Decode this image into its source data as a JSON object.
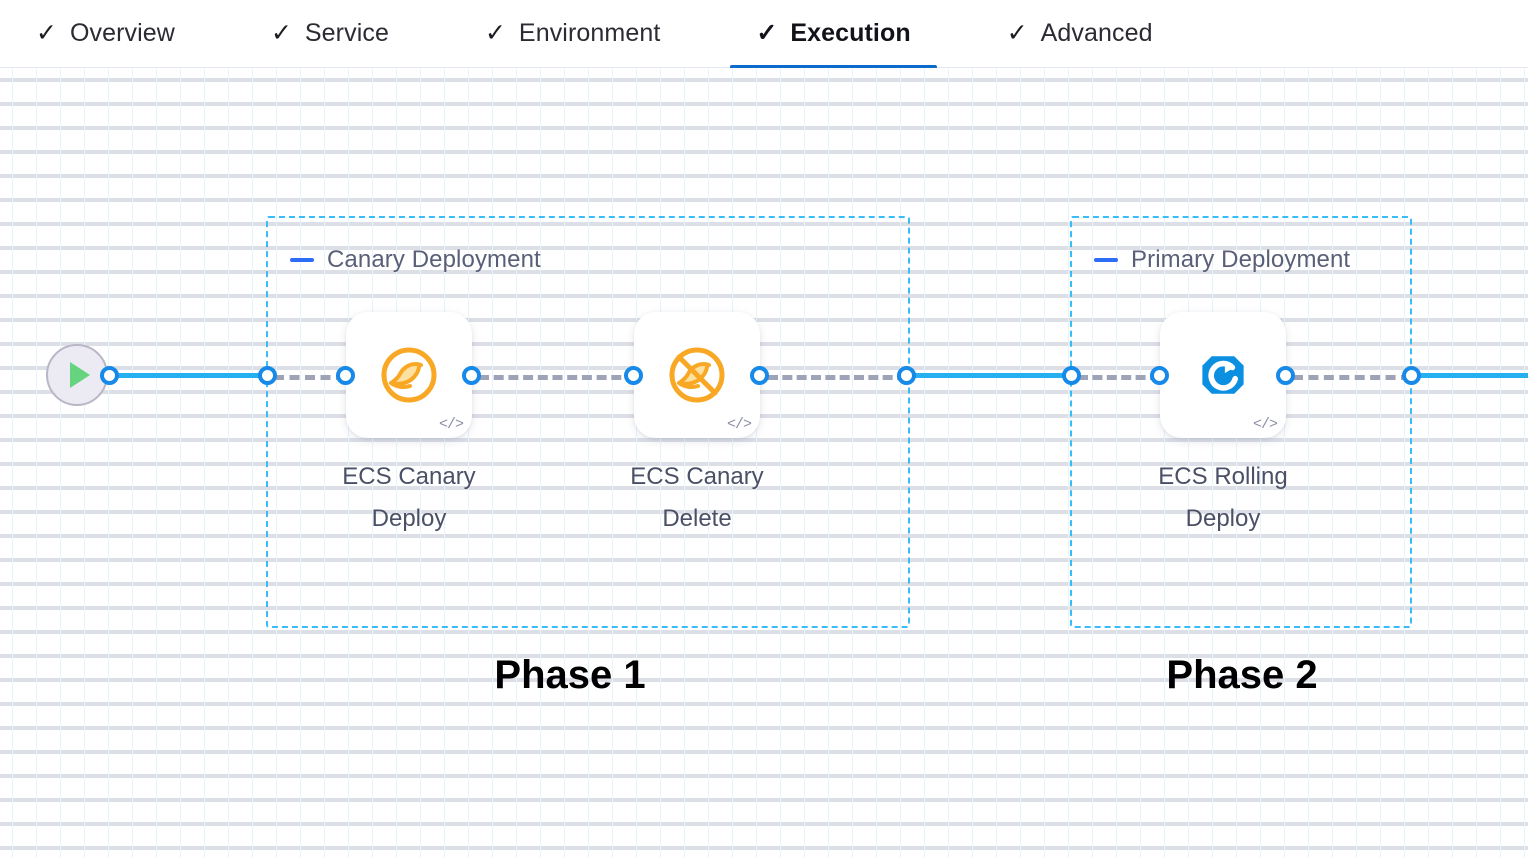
{
  "tabs": [
    {
      "label": "Overview",
      "icon": "check-icon",
      "active": false
    },
    {
      "label": "Service",
      "icon": "check-icon",
      "active": false
    },
    {
      "label": "Environment",
      "icon": "check-icon",
      "active": false
    },
    {
      "label": "Execution",
      "icon": "check-icon",
      "active": true
    },
    {
      "label": "Advanced",
      "icon": "check-icon",
      "active": false
    }
  ],
  "tab_check_glyph": "✓",
  "canvas": {
    "start_node": {
      "name": "pipeline-start",
      "icon": "play-icon"
    },
    "groups": [
      {
        "title": "Canary Deployment",
        "collapse_icon": "minus-icon"
      },
      {
        "title": "Primary Deployment",
        "collapse_icon": "minus-icon"
      }
    ],
    "nodes": [
      {
        "label": "ECS Canary\nDeploy",
        "icon": "canary-bird-icon",
        "badge": "</>"
      },
      {
        "label": "ECS Canary\nDelete",
        "icon": "canary-bird-delete-icon",
        "badge": "</>"
      },
      {
        "label": "ECS Rolling\nDeploy",
        "icon": "ecs-rolling-deploy-icon",
        "badge": "</>"
      }
    ],
    "phase_labels": [
      "Phase 1",
      "Phase 2"
    ]
  },
  "colors": {
    "accent_blue": "#0b6bcb",
    "port_blue": "#1789e8",
    "connector_blue": "#27b0f0",
    "group_border": "#38bdf8",
    "canary_orange": "#f7a72b",
    "rolling_blue": "#0b8fe0",
    "play_green": "#66d37e",
    "grid_line": "#e8f4fb"
  }
}
